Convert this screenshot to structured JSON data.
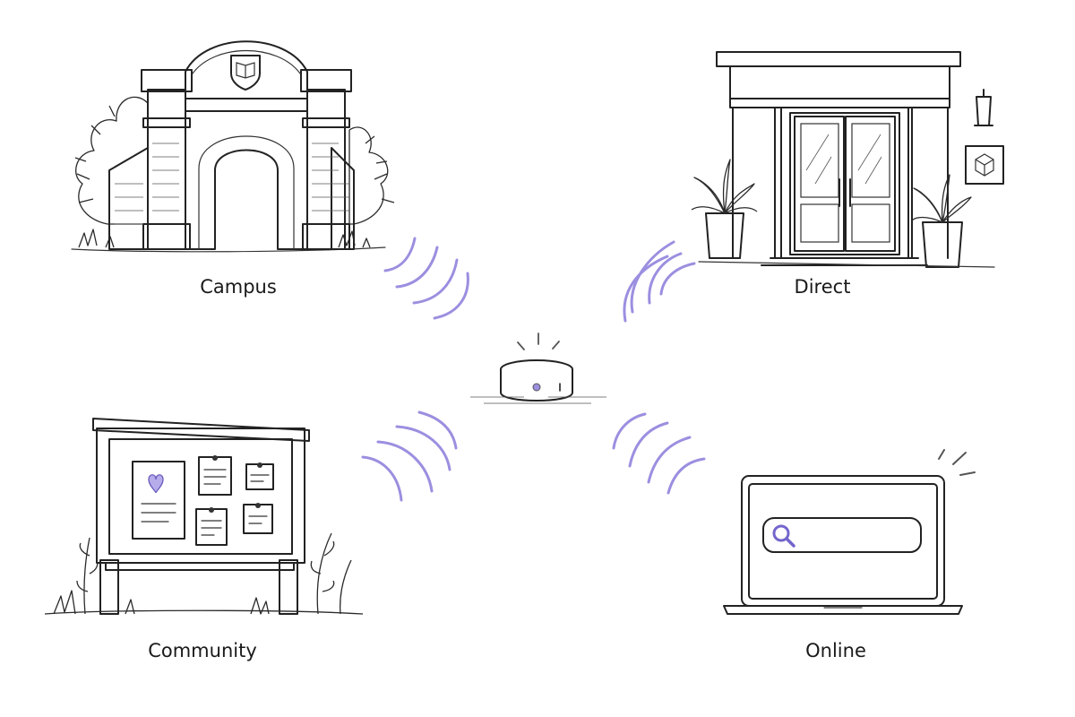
{
  "nodes": {
    "campus": {
      "label": "Campus",
      "icon": "campus-gate-icon"
    },
    "direct": {
      "label": "Direct",
      "icon": "storefront-door-icon"
    },
    "community": {
      "label": "Community",
      "icon": "bulletin-board-icon"
    },
    "online": {
      "label": "Online",
      "icon": "laptop-search-icon"
    }
  },
  "center": {
    "icon": "smart-speaker-icon"
  },
  "colors": {
    "accent": "#9b8fe0",
    "accent_fill": "#ddd8f5",
    "ink": "#222222"
  }
}
